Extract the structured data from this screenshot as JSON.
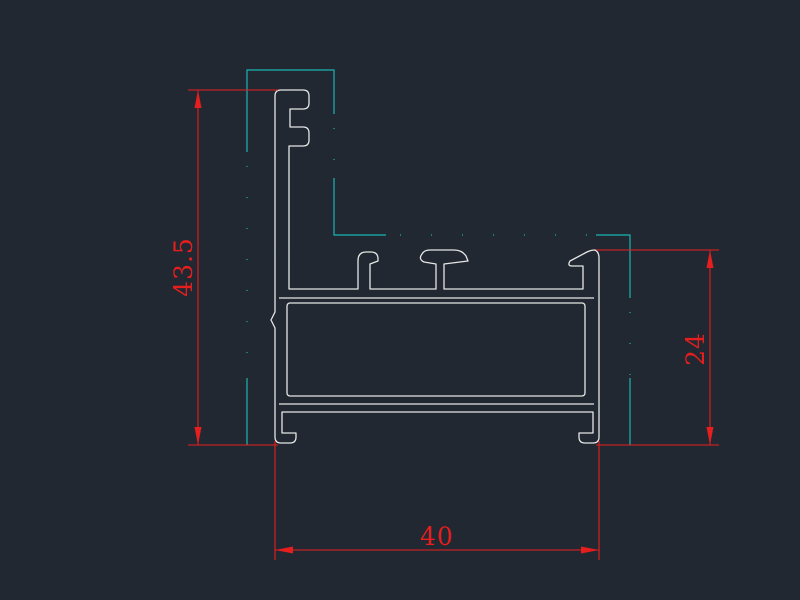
{
  "drawing": {
    "background": "#222831",
    "colors": {
      "profile": "#e6e6e6",
      "centerline": "#19b4b4",
      "dimension": "#e61e1e"
    },
    "dimensions": {
      "height_total": "43.5",
      "height_right": "24",
      "width": "40"
    }
  }
}
